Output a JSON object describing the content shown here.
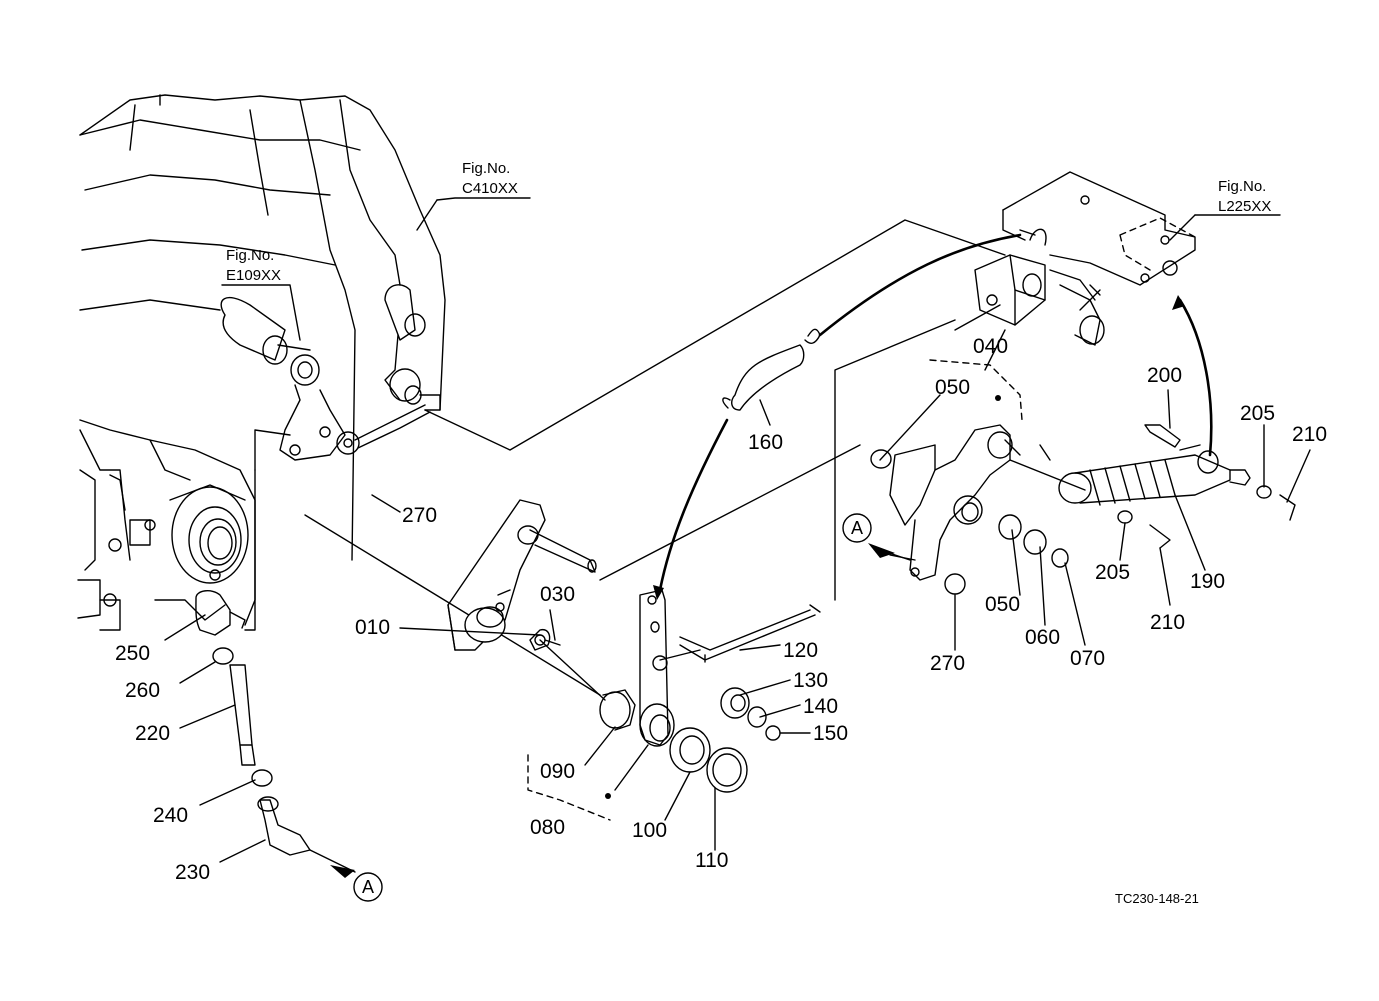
{
  "drawing_code": "TC230-148-21",
  "figure_refs": [
    {
      "line1": "Fig.No.",
      "line2": "C410XX"
    },
    {
      "line1": "Fig.No.",
      "line2": "E109XX"
    },
    {
      "line1": "Fig.No.",
      "line2": "L225XX"
    }
  ],
  "callouts": [
    "A",
    "A"
  ],
  "part_labels": [
    "010",
    "030",
    "040",
    "050",
    "050",
    "060",
    "070",
    "080",
    "090",
    "100",
    "110",
    "120",
    "130",
    "140",
    "150",
    "160",
    "190",
    "200",
    "205",
    "205",
    "210",
    "210",
    "220",
    "230",
    "240",
    "250",
    "260",
    "270",
    "270"
  ]
}
